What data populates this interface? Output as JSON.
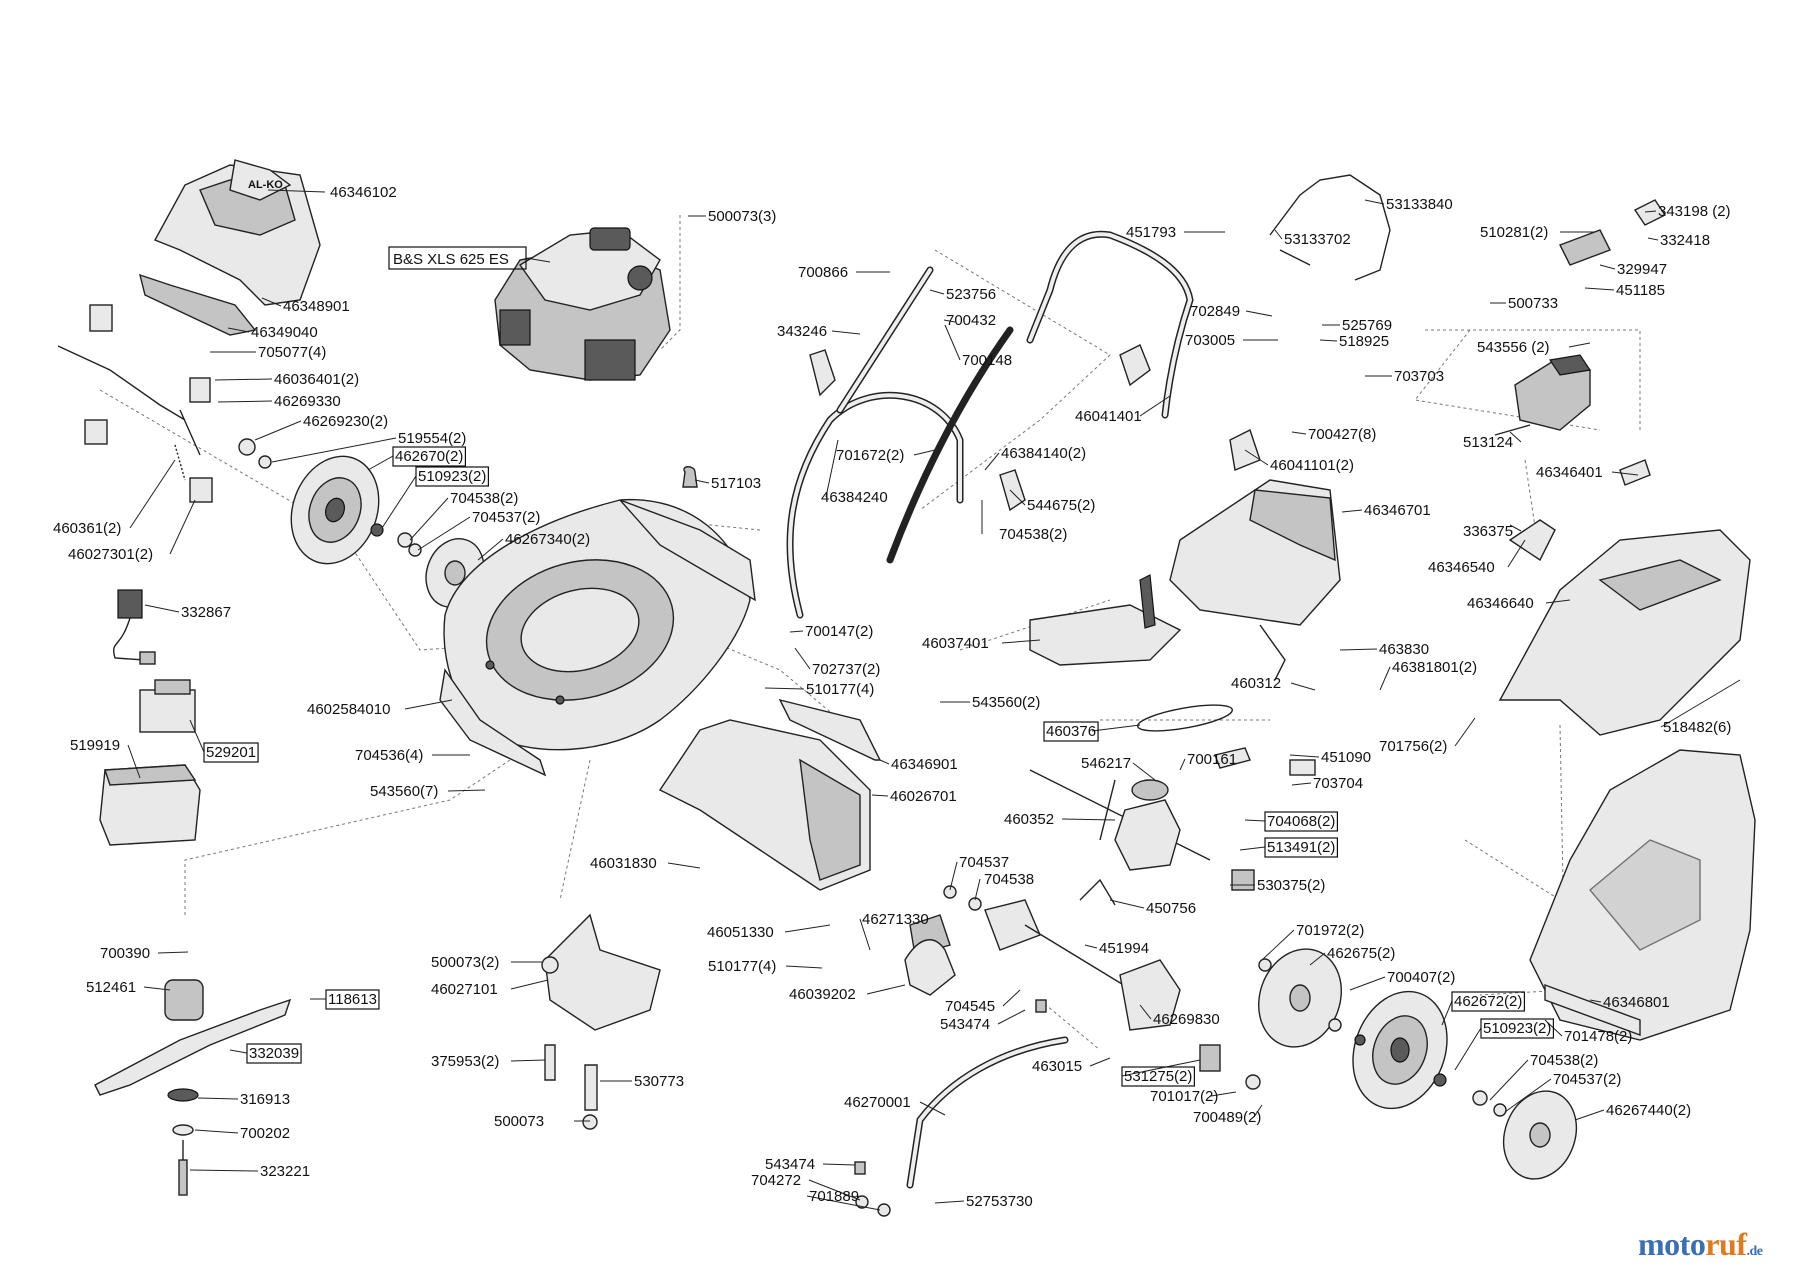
{
  "diagram": {
    "engine_label": "B&S XLS 625 ES",
    "logo_text": "AL-KO",
    "labels": [
      {
        "id": "p46346102",
        "text": "46346102",
        "boxed": false
      },
      {
        "id": "p46348901",
        "text": "46348901",
        "boxed": false
      },
      {
        "id": "p46349040",
        "text": "46349040",
        "boxed": false
      },
      {
        "id": "p705077",
        "text": "705077(4)",
        "boxed": false
      },
      {
        "id": "p46036401",
        "text": "46036401(2)",
        "boxed": false
      },
      {
        "id": "p46269330",
        "text": "46269330",
        "boxed": false
      },
      {
        "id": "p46269230",
        "text": "46269230(2)",
        "boxed": false
      },
      {
        "id": "p519554",
        "text": "519554(2)",
        "boxed": false
      },
      {
        "id": "p462670",
        "text": "462670(2)",
        "boxed": true
      },
      {
        "id": "p510923a",
        "text": "510923(2)",
        "boxed": true
      },
      {
        "id": "p704538a",
        "text": "704538(2)",
        "boxed": false
      },
      {
        "id": "p704537a",
        "text": "704537(2)",
        "boxed": false
      },
      {
        "id": "p46267340",
        "text": "46267340(2)",
        "boxed": false
      },
      {
        "id": "p460361",
        "text": "460361(2)",
        "boxed": false
      },
      {
        "id": "p46027301",
        "text": "46027301(2)",
        "boxed": false
      },
      {
        "id": "p332867",
        "text": "332867",
        "boxed": false
      },
      {
        "id": "p519919",
        "text": "519919",
        "boxed": false
      },
      {
        "id": "p529201",
        "text": "529201",
        "boxed": true
      },
      {
        "id": "p500073_3",
        "text": "500073(3)",
        "boxed": false
      },
      {
        "id": "p517103",
        "text": "517103",
        "boxed": false
      },
      {
        "id": "p4602584010",
        "text": "4602584010",
        "boxed": false
      },
      {
        "id": "p704536",
        "text": "704536(4)",
        "boxed": false
      },
      {
        "id": "p543560_7",
        "text": "543560(7)",
        "boxed": false
      },
      {
        "id": "p700866",
        "text": "700866",
        "boxed": false
      },
      {
        "id": "p523756",
        "text": "523756",
        "boxed": false
      },
      {
        "id": "p700432",
        "text": "700432",
        "boxed": false
      },
      {
        "id": "p343246",
        "text": "343246",
        "boxed": false
      },
      {
        "id": "p700148",
        "text": "700148",
        "boxed": false
      },
      {
        "id": "p701672",
        "text": "701672(2)",
        "boxed": false
      },
      {
        "id": "p46384140",
        "text": "46384140(2)",
        "boxed": false
      },
      {
        "id": "p46384240",
        "text": "46384240",
        "boxed": false
      },
      {
        "id": "p544675",
        "text": "544675(2)",
        "boxed": false
      },
      {
        "id": "p704538b",
        "text": "704538(2)",
        "boxed": false
      },
      {
        "id": "p700147",
        "text": "700147(2)",
        "boxed": false
      },
      {
        "id": "p702737",
        "text": "702737(2)",
        "boxed": false
      },
      {
        "id": "p510177a",
        "text": "510177(4)",
        "boxed": false
      },
      {
        "id": "p543560_2",
        "text": "543560(2)",
        "boxed": false
      },
      {
        "id": "p46346901",
        "text": "46346901",
        "boxed": false
      },
      {
        "id": "p46026701",
        "text": "46026701",
        "boxed": false
      },
      {
        "id": "p46031830",
        "text": "46031830",
        "boxed": false
      },
      {
        "id": "p46051330",
        "text": "46051330",
        "boxed": false
      },
      {
        "id": "p510177b",
        "text": "510177(4)",
        "boxed": false
      },
      {
        "id": "p46271330",
        "text": "46271330",
        "boxed": false
      },
      {
        "id": "p46039202",
        "text": "46039202",
        "boxed": false
      },
      {
        "id": "p53133840",
        "text": "53133840",
        "boxed": false
      },
      {
        "id": "p451793",
        "text": "451793",
        "boxed": false
      },
      {
        "id": "p53133702",
        "text": "53133702",
        "boxed": false
      },
      {
        "id": "p702849",
        "text": "702849",
        "boxed": false
      },
      {
        "id": "p525769",
        "text": "525769",
        "boxed": false
      },
      {
        "id": "p703005",
        "text": "703005",
        "boxed": false
      },
      {
        "id": "p518925",
        "text": "518925",
        "boxed": false
      },
      {
        "id": "p703703",
        "text": "703703",
        "boxed": false
      },
      {
        "id": "p46041401",
        "text": "46041401",
        "boxed": false
      },
      {
        "id": "p700427",
        "text": "700427(8)",
        "boxed": false
      },
      {
        "id": "p46041101",
        "text": "46041101(2)",
        "boxed": false
      },
      {
        "id": "p343198",
        "text": "343198 (2)",
        "boxed": false
      },
      {
        "id": "p510281",
        "text": "510281(2)",
        "boxed": false
      },
      {
        "id": "p332418",
        "text": "332418",
        "boxed": false
      },
      {
        "id": "p329947",
        "text": "329947",
        "boxed": false
      },
      {
        "id": "p451185",
        "text": "451185",
        "boxed": false
      },
      {
        "id": "p500733",
        "text": "500733",
        "boxed": false
      },
      {
        "id": "p543556",
        "text": "543556 (2)",
        "boxed": false
      },
      {
        "id": "p513124",
        "text": "513124",
        "boxed": false
      },
      {
        "id": "p46346401",
        "text": "46346401",
        "boxed": false
      },
      {
        "id": "p46346701",
        "text": "46346701",
        "boxed": false
      },
      {
        "id": "p336375",
        "text": "336375",
        "boxed": false
      },
      {
        "id": "p46346540",
        "text": "46346540",
        "boxed": false
      },
      {
        "id": "p46346640",
        "text": "46346640",
        "boxed": false
      },
      {
        "id": "p46037401",
        "text": "46037401",
        "boxed": false
      },
      {
        "id": "p463830",
        "text": "463830",
        "boxed": false
      },
      {
        "id": "p460312",
        "text": "460312",
        "boxed": false
      },
      {
        "id": "p46381801",
        "text": "46381801(2)",
        "boxed": false
      },
      {
        "id": "p460376",
        "text": "460376",
        "boxed": true
      },
      {
        "id": "p518482",
        "text": "518482(6)",
        "boxed": false
      },
      {
        "id": "p700161",
        "text": "700161",
        "boxed": false
      },
      {
        "id": "p451090",
        "text": "451090",
        "boxed": false
      },
      {
        "id": "p546217",
        "text": "546217",
        "boxed": false
      },
      {
        "id": "p701756",
        "text": "701756(2)",
        "boxed": false
      },
      {
        "id": "p703704",
        "text": "703704",
        "boxed": false
      },
      {
        "id": "p460352",
        "text": "460352",
        "boxed": false
      },
      {
        "id": "p704068",
        "text": "704068(2)",
        "boxed": true
      },
      {
        "id": "p513491",
        "text": "513491(2)",
        "boxed": true
      },
      {
        "id": "p704537b",
        "text": "704537",
        "boxed": false
      },
      {
        "id": "p704538c",
        "text": "704538",
        "boxed": false
      },
      {
        "id": "p530375",
        "text": "530375(2)",
        "boxed": false
      },
      {
        "id": "p450756",
        "text": "450756",
        "boxed": false
      },
      {
        "id": "p451994",
        "text": "451994",
        "boxed": false
      },
      {
        "id": "p701972",
        "text": "701972(2)",
        "boxed": false
      },
      {
        "id": "p462675",
        "text": "462675(2)",
        "boxed": false
      },
      {
        "id": "p700407",
        "text": "700407(2)",
        "boxed": false
      },
      {
        "id": "p462672",
        "text": "462672(2)",
        "boxed": true
      },
      {
        "id": "p510923b",
        "text": "510923(2)",
        "boxed": true
      },
      {
        "id": "p46346801",
        "text": "46346801",
        "boxed": false
      },
      {
        "id": "p701478",
        "text": "701478(2)",
        "boxed": false
      },
      {
        "id": "p704545",
        "text": "704545",
        "boxed": false
      },
      {
        "id": "p543474a",
        "text": "543474",
        "boxed": false
      },
      {
        "id": "p46269830",
        "text": "46269830",
        "boxed": false
      },
      {
        "id": "p463015",
        "text": "463015",
        "boxed": false
      },
      {
        "id": "p531275",
        "text": "531275(2)",
        "boxed": true
      },
      {
        "id": "p701017",
        "text": "701017(2)",
        "boxed": false
      },
      {
        "id": "p700489",
        "text": "700489(2)",
        "boxed": false
      },
      {
        "id": "p704538d",
        "text": "704538(2)",
        "boxed": false
      },
      {
        "id": "p704537c",
        "text": "704537(2)",
        "boxed": false
      },
      {
        "id": "p46267440",
        "text": "46267440(2)",
        "boxed": false
      },
      {
        "id": "p46270001",
        "text": "46270001",
        "boxed": false
      },
      {
        "id": "p543474b",
        "text": "543474",
        "boxed": false
      },
      {
        "id": "p704272",
        "text": "704272",
        "boxed": false
      },
      {
        "id": "p701889",
        "text": "701889",
        "boxed": false
      },
      {
        "id": "p52753730",
        "text": "52753730",
        "boxed": false
      },
      {
        "id": "p700390",
        "text": "700390",
        "boxed": false
      },
      {
        "id": "p512461",
        "text": "512461",
        "boxed": false
      },
      {
        "id": "p118613",
        "text": "118613",
        "boxed": true
      },
      {
        "id": "p332039",
        "text": "332039",
        "boxed": true
      },
      {
        "id": "p316913",
        "text": "316913",
        "boxed": false
      },
      {
        "id": "p700202",
        "text": "700202",
        "boxed": false
      },
      {
        "id": "p323221",
        "text": "323221",
        "boxed": false
      },
      {
        "id": "p500073_2",
        "text": "500073(2)",
        "boxed": false
      },
      {
        "id": "p46027101",
        "text": "46027101",
        "boxed": false
      },
      {
        "id": "p375953",
        "text": "375953(2)",
        "boxed": false
      },
      {
        "id": "p530773",
        "text": "530773",
        "boxed": false
      },
      {
        "id": "p500073",
        "text": "500073",
        "boxed": false
      }
    ]
  },
  "watermark": {
    "part1": "moto",
    "part2": "ruf",
    "part3": ".de"
  },
  "colors": {
    "brand_blue": "#3b6fb5",
    "brand_orange": "#e07a1f",
    "line": "#222222"
  }
}
